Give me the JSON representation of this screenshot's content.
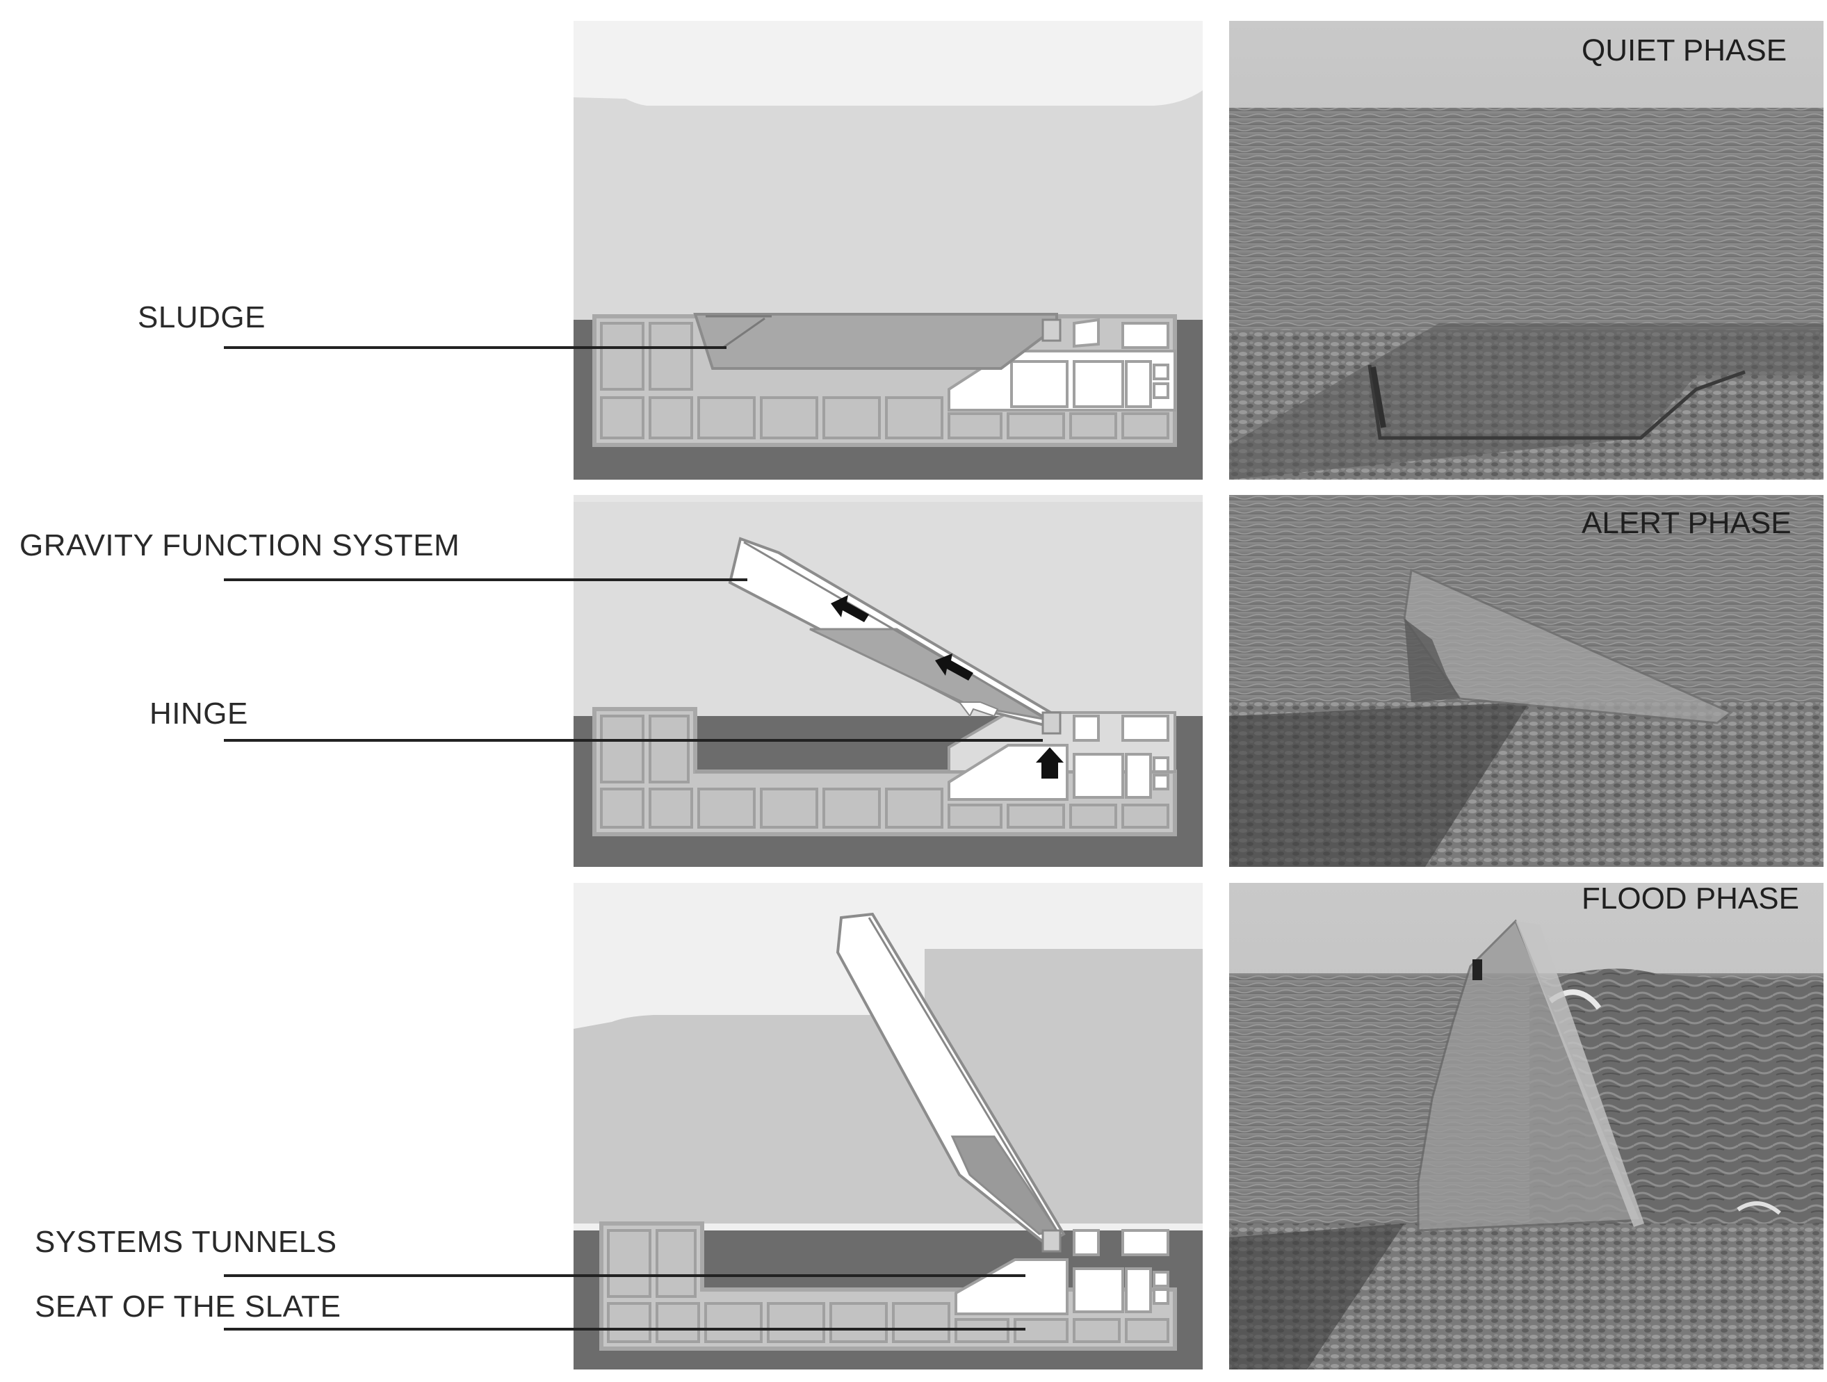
{
  "callouts": {
    "sludge": "SLUDGE",
    "gravity_function_system": "GRAVITY FUNCTION SYSTEM",
    "hinge": "HINGE",
    "systems_tunnels": "SYSTEMS TUNNELS",
    "seat_of_the_slate": "SEAT OF THE SLATE"
  },
  "phases": {
    "quiet": "QUIET PHASE",
    "alert": "ALERT PHASE",
    "flood": "FLOOD PHASE"
  },
  "colors": {
    "sky": "#f0f0f0",
    "water": "#d6d6d6",
    "flood_water": "#c9c9c9",
    "ground": "#6c6c6c",
    "structure_fill": "#c8c8c8",
    "structure_line": "#9a9a9a",
    "gate_fill": "#a6a6a6",
    "leader_line": "#222222"
  }
}
